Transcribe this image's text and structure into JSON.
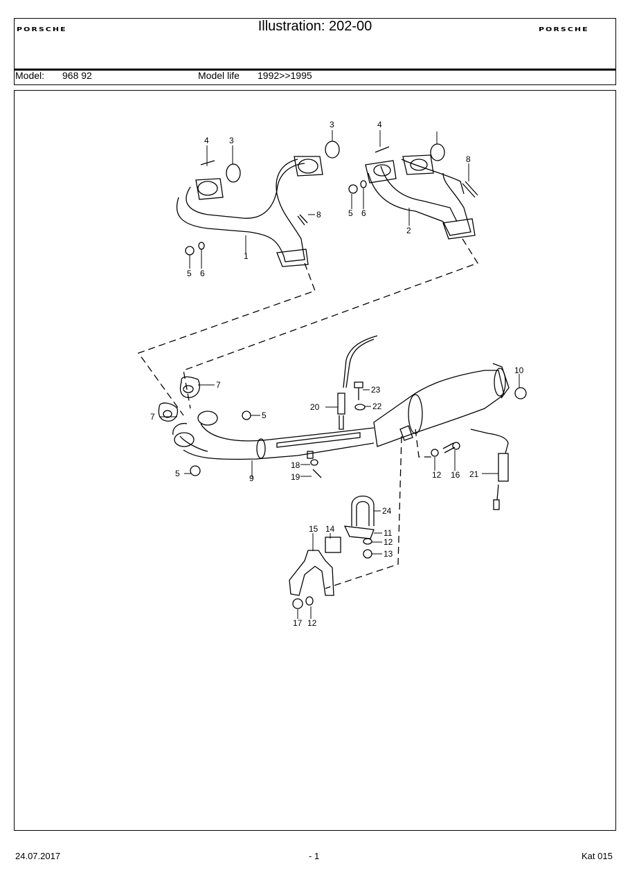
{
  "header": {
    "logo_left": "PORSCHE",
    "logo_right": "PORSCHE",
    "title": "Illustration: 202-00",
    "model_label": "Model:",
    "model_value": "968 92",
    "model_life_label": "Model life",
    "model_life_value": "1992>>1995"
  },
  "diagram": {
    "callouts": [
      "1",
      "2",
      "3",
      "3",
      "4",
      "4",
      "5",
      "5",
      "5",
      "5",
      "6",
      "6",
      "7",
      "7",
      "8",
      "8",
      "9",
      "10",
      "11",
      "12",
      "12",
      "12",
      "13",
      "14",
      "15",
      "16",
      "17",
      "18",
      "19",
      "20",
      "21",
      "22",
      "23",
      "24"
    ]
  },
  "footer": {
    "date": "24.07.2017",
    "page": "- 1",
    "catalog": "Kat 015"
  }
}
